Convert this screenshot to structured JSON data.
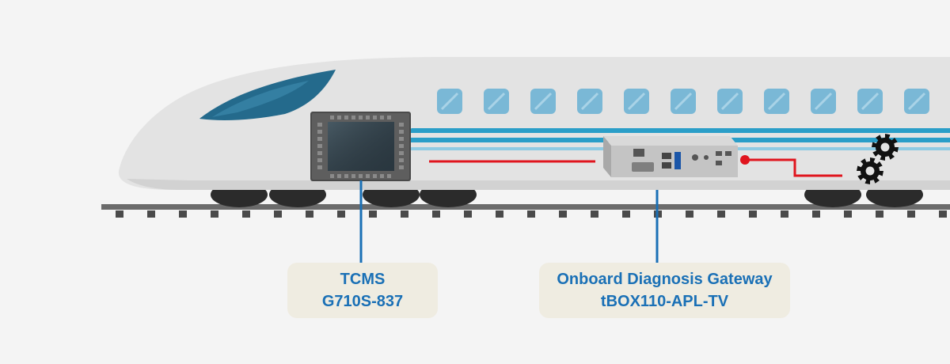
{
  "labels": {
    "tcms": {
      "line1": "TCMS",
      "line2": "G710S-837"
    },
    "gateway": {
      "line1": "Onboard Diagnosis Gateway",
      "line2": "tBOX110-APL-TV"
    }
  },
  "colors": {
    "background": "#f4f4f4",
    "train_body": "#e3e3e3",
    "train_stripe": "#2a9ec8",
    "window": "#7ab8d6",
    "windshield": "#246a8c",
    "connector_line": "#1a70b6",
    "signal_line": "#e0151e",
    "label_bg": "#efece1",
    "label_text": "#1a70b6"
  },
  "icons": [
    "tcms-display-icon",
    "gateway-box-icon",
    "gear-icon",
    "gear-icon"
  ]
}
